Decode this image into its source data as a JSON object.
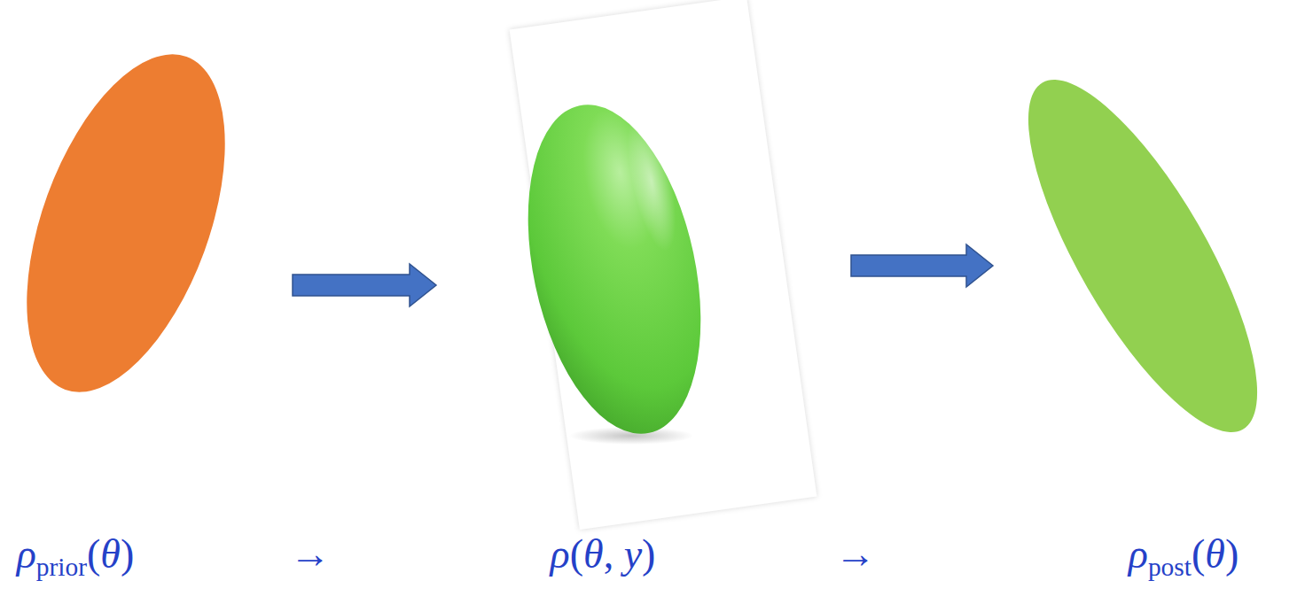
{
  "diagram": {
    "nodes": [
      {
        "text": [
          "ρprior(θ)"
        ]
      },
      {
        "text": [
          "ρ(θ, y)"
        ]
      },
      {
        "text": [
          "ρpost(θ)"
        ]
      }
    ],
    "edges": [
      {
        "from": 0,
        "to": 1,
        "arrow": "to"
      },
      {
        "from": 1,
        "to": 2,
        "arrow": "to"
      }
    ],
    "labels": [
      "→",
      "→"
    ]
  }
}
